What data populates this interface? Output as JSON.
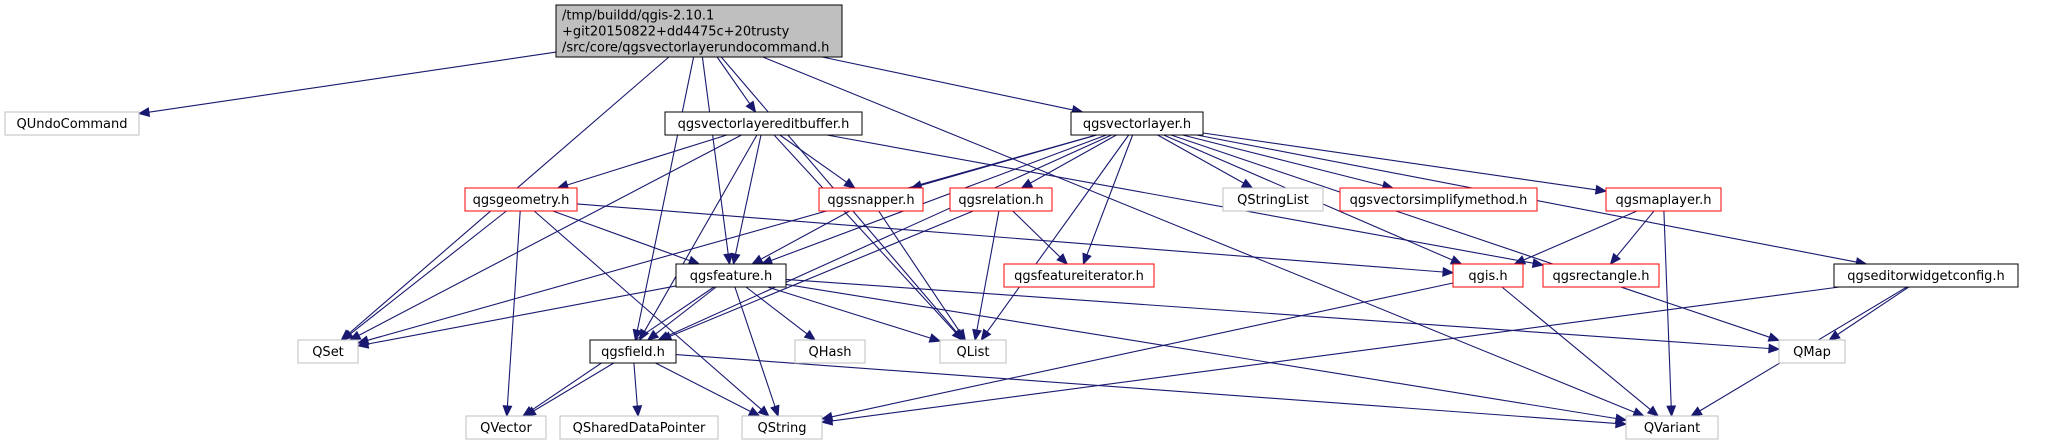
{
  "diagram": {
    "type": "include-dependency-graph",
    "colors": {
      "edge": "#191970",
      "root_fill": "#bfbfbf",
      "root_border": "#000000",
      "documented_border": "#000000",
      "undocumented_border": "#ff0000",
      "external_border": "#bfbfbf",
      "external_text": "#000000",
      "background": "#ffffff"
    },
    "nodes": [
      {
        "id": "root",
        "lines": [
          "/tmp/buildd/qgis-2.10.1",
          "+git20150822+dd4475c+20trusty",
          "/src/core/qgsvectorlayerundocommand.h"
        ],
        "kind": "root"
      },
      {
        "id": "QUndoCommand",
        "lines": [
          "QUndoCommand"
        ],
        "kind": "external"
      },
      {
        "id": "qgsvectorlayereditbuffer",
        "lines": [
          "qgsvectorlayereditbuffer.h"
        ],
        "kind": "documented"
      },
      {
        "id": "qgsvectorlayer",
        "lines": [
          "qgsvectorlayer.h"
        ],
        "kind": "documented"
      },
      {
        "id": "qgsgeometry",
        "lines": [
          "qgsgeometry.h"
        ],
        "kind": "missing"
      },
      {
        "id": "qgssnapper",
        "lines": [
          "qgssnapper.h"
        ],
        "kind": "missing"
      },
      {
        "id": "qgsrelation",
        "lines": [
          "qgsrelation.h"
        ],
        "kind": "missing"
      },
      {
        "id": "QStringList",
        "lines": [
          "QStringList"
        ],
        "kind": "external"
      },
      {
        "id": "qgsvectorsimplifymethod",
        "lines": [
          "qgsvectorsimplifymethod.h"
        ],
        "kind": "missing"
      },
      {
        "id": "qgsmaplayer",
        "lines": [
          "qgsmaplayer.h"
        ],
        "kind": "missing"
      },
      {
        "id": "qgsfeature",
        "lines": [
          "qgsfeature.h"
        ],
        "kind": "documented"
      },
      {
        "id": "qgsfeatureiterator",
        "lines": [
          "qgsfeatureiterator.h"
        ],
        "kind": "missing"
      },
      {
        "id": "qgis",
        "lines": [
          "qgis.h"
        ],
        "kind": "missing"
      },
      {
        "id": "qgsrectangle",
        "lines": [
          "qgsrectangle.h"
        ],
        "kind": "missing"
      },
      {
        "id": "qgseditorwidgetconfig",
        "lines": [
          "qgseditorwidgetconfig.h"
        ],
        "kind": "documented"
      },
      {
        "id": "QSet",
        "lines": [
          "QSet"
        ],
        "kind": "external"
      },
      {
        "id": "qgsfield",
        "lines": [
          "qgsfield.h"
        ],
        "kind": "documented"
      },
      {
        "id": "QHash",
        "lines": [
          "QHash"
        ],
        "kind": "external"
      },
      {
        "id": "QList",
        "lines": [
          "QList"
        ],
        "kind": "external"
      },
      {
        "id": "QMap",
        "lines": [
          "QMap"
        ],
        "kind": "external"
      },
      {
        "id": "QVector",
        "lines": [
          "QVector"
        ],
        "kind": "external"
      },
      {
        "id": "QSharedDataPointer",
        "lines": [
          "QSharedDataPointer"
        ],
        "kind": "external"
      },
      {
        "id": "QString",
        "lines": [
          "QString"
        ],
        "kind": "external"
      },
      {
        "id": "QVariant",
        "lines": [
          "QVariant"
        ],
        "kind": "external"
      }
    ],
    "edges": [
      {
        "from": "root",
        "to": "QUndoCommand"
      },
      {
        "from": "root",
        "to": "qgsvectorlayereditbuffer"
      },
      {
        "from": "root",
        "to": "qgsvectorlayer"
      },
      {
        "from": "root",
        "to": "qgsfeature"
      },
      {
        "from": "root",
        "to": "QSet"
      },
      {
        "from": "root",
        "to": "qgsfield"
      },
      {
        "from": "root",
        "to": "QList"
      },
      {
        "from": "root",
        "to": "QVariant"
      },
      {
        "from": "qgsvectorlayereditbuffer",
        "to": "qgsgeometry"
      },
      {
        "from": "qgsvectorlayereditbuffer",
        "to": "qgssnapper"
      },
      {
        "from": "qgsvectorlayereditbuffer",
        "to": "qgsfeature"
      },
      {
        "from": "qgsvectorlayereditbuffer",
        "to": "QList"
      },
      {
        "from": "qgsvectorlayereditbuffer",
        "to": "qgsrectangle"
      },
      {
        "from": "qgsvectorlayereditbuffer",
        "to": "QSet"
      },
      {
        "from": "qgsvectorlayereditbuffer",
        "to": "qgsfield"
      },
      {
        "from": "qgsvectorlayer",
        "to": "qgssnapper"
      },
      {
        "from": "qgsvectorlayer",
        "to": "qgsrelation"
      },
      {
        "from": "qgsvectorlayer",
        "to": "QStringList"
      },
      {
        "from": "qgsvectorlayer",
        "to": "qgsvectorsimplifymethod"
      },
      {
        "from": "qgsvectorlayer",
        "to": "qgsmaplayer"
      },
      {
        "from": "qgsvectorlayer",
        "to": "qgsfeature"
      },
      {
        "from": "qgsvectorlayer",
        "to": "qgsfeatureiterator"
      },
      {
        "from": "qgsvectorlayer",
        "to": "qgis"
      },
      {
        "from": "qgsvectorlayer",
        "to": "QList"
      },
      {
        "from": "qgsvectorlayer",
        "to": "QMap"
      },
      {
        "from": "qgsvectorlayer",
        "to": "qgseditorwidgetconfig"
      },
      {
        "from": "qgsvectorlayer",
        "to": "QSet"
      },
      {
        "from": "qgsvectorlayer",
        "to": "qgsfield"
      },
      {
        "from": "qgsgeometry",
        "to": "qgsfeature"
      },
      {
        "from": "qgsgeometry",
        "to": "qgis"
      },
      {
        "from": "qgsgeometry",
        "to": "QSet"
      },
      {
        "from": "qgsgeometry",
        "to": "QVector"
      },
      {
        "from": "qgsgeometry",
        "to": "QString"
      },
      {
        "from": "qgssnapper",
        "to": "qgsfeature"
      },
      {
        "from": "qgssnapper",
        "to": "QList"
      },
      {
        "from": "qgsrelation",
        "to": "qgsfeatureiterator"
      },
      {
        "from": "qgsrelation",
        "to": "QList"
      },
      {
        "from": "qgsrelation",
        "to": "qgsfield"
      },
      {
        "from": "qgsmaplayer",
        "to": "qgis"
      },
      {
        "from": "qgsmaplayer",
        "to": "qgsrectangle"
      },
      {
        "from": "qgsmaplayer",
        "to": "QVariant"
      },
      {
        "from": "qgsfeature",
        "to": "QSet"
      },
      {
        "from": "qgsfeature",
        "to": "qgsfield"
      },
      {
        "from": "qgsfeature",
        "to": "QHash"
      },
      {
        "from": "qgsfeature",
        "to": "QList"
      },
      {
        "from": "qgsfeature",
        "to": "QMap"
      },
      {
        "from": "qgsfeature",
        "to": "QVector"
      },
      {
        "from": "qgsfeature",
        "to": "QString"
      },
      {
        "from": "qgsfeature",
        "to": "QVariant"
      },
      {
        "from": "qgis",
        "to": "QString"
      },
      {
        "from": "qgis",
        "to": "QVariant"
      },
      {
        "from": "qgseditorwidgetconfig",
        "to": "QMap"
      },
      {
        "from": "qgseditorwidgetconfig",
        "to": "QString"
      },
      {
        "from": "qgseditorwidgetconfig",
        "to": "QVariant"
      },
      {
        "from": "qgsfield",
        "to": "QVector"
      },
      {
        "from": "qgsfield",
        "to": "QSharedDataPointer"
      },
      {
        "from": "qgsfield",
        "to": "QString"
      },
      {
        "from": "qgsfield",
        "to": "QVariant"
      }
    ]
  }
}
